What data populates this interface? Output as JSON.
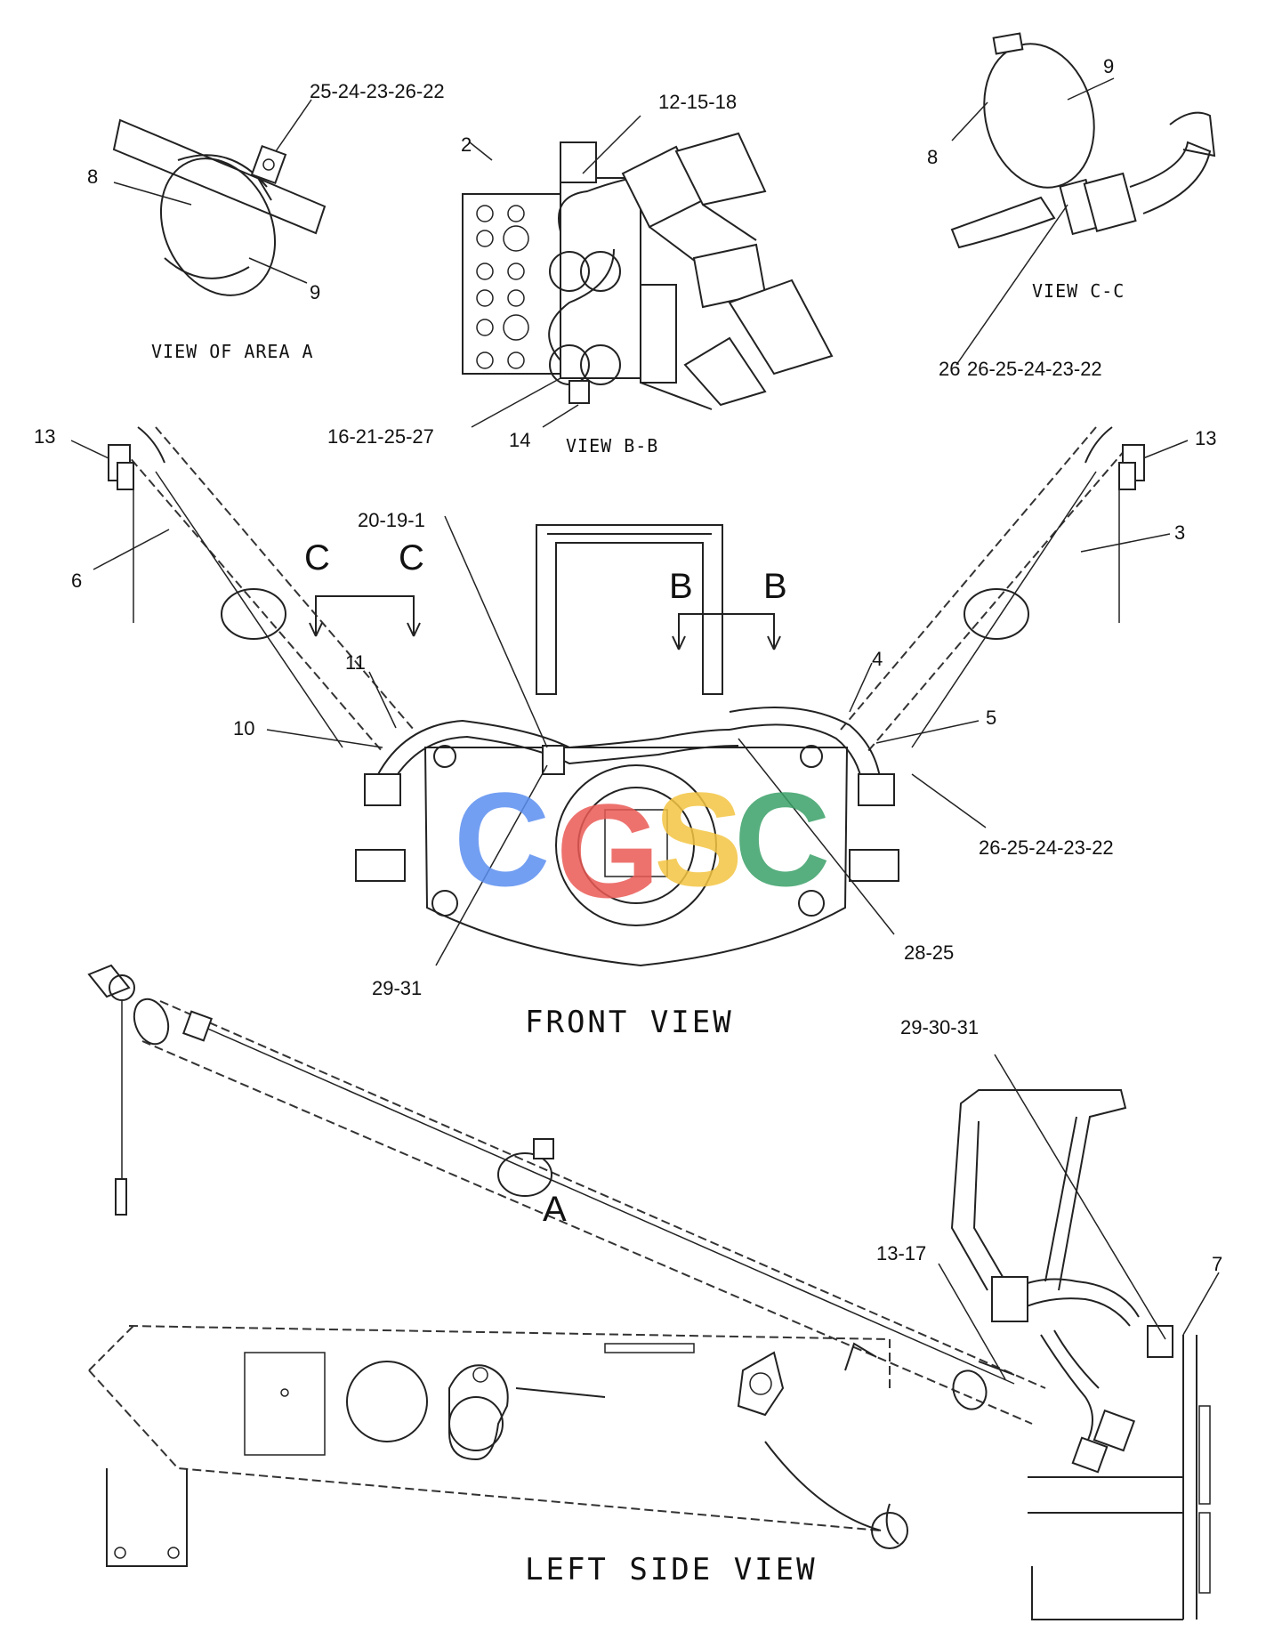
{
  "captions": {
    "view_area_a": "VIEW OF AREA A",
    "view_b_b": "VIEW B-B",
    "view_c_c": "VIEW C-C",
    "front_view": "FRONT VIEW",
    "left_side_view": "LEFT SIDE VIEW"
  },
  "section_marks": {
    "c_left": "C",
    "c_right": "C",
    "b_left": "B",
    "b_right": "B",
    "area_a": "A"
  },
  "callouts": {
    "area_a_clip": "25-24-23-26-22",
    "area_a_band": "8",
    "area_a_strap": "9",
    "bb_fitting_top": "12-15-18",
    "bb_plate": "2",
    "bb_fitting_bottom": "16-21-25-27",
    "bb_plug": "14",
    "cc_band": "8",
    "cc_strap": "9",
    "cc_clip": "26-25-24-23-22",
    "cc_clip_prefix": "26",
    "fv_left_end": "13",
    "fv_right_end": "13",
    "fv_left_tube": "6",
    "fv_right_tube": "3",
    "fv_center_block": "20-19-1",
    "fv_left_hose_upper": "11",
    "fv_left_hose_lower": "10",
    "fv_right_hose_upper": "4",
    "fv_right_hose_lower": "5",
    "fv_right_clip": "26-25-24-23-22",
    "fv_center_clip": "28-25",
    "fv_lower_bolt": "29-31",
    "sv_top_bolt": "29-30-31",
    "sv_end": "13-17",
    "sv_bracket": "7"
  },
  "watermark": {
    "letters": [
      "C",
      "G",
      "S",
      "C"
    ],
    "colors": [
      "#5b8ff0",
      "#ea5a55",
      "#f4c542",
      "#3aa168"
    ]
  }
}
